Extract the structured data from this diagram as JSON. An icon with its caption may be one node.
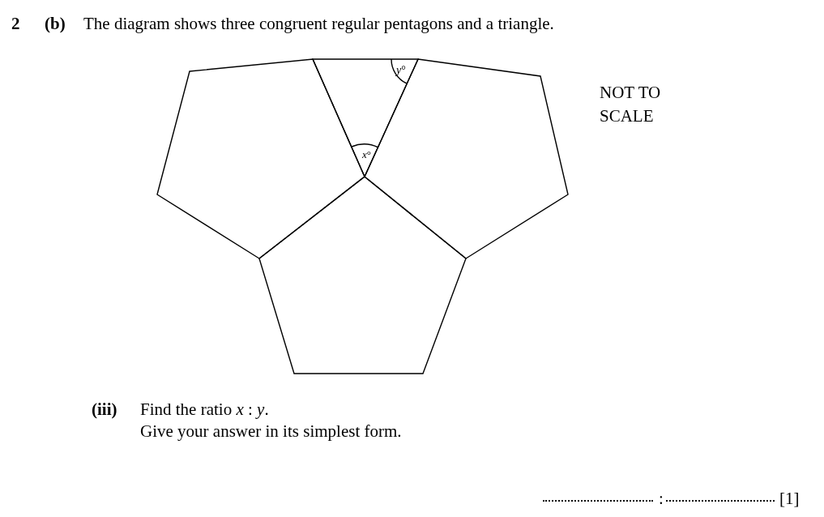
{
  "diagram": {
    "labels": [
      "2",
      "(b)",
      "The diagram shows three congruent regular pentagons and a triangle.",
      "*x*°",
      "*y*°",
      "NOT TO SCALE",
      "(iii)",
      "Find the ratio *x* : *y*.",
      "Give your answer in its simplest form.",
      ":",
      "[1]"
    ]
  }
}
